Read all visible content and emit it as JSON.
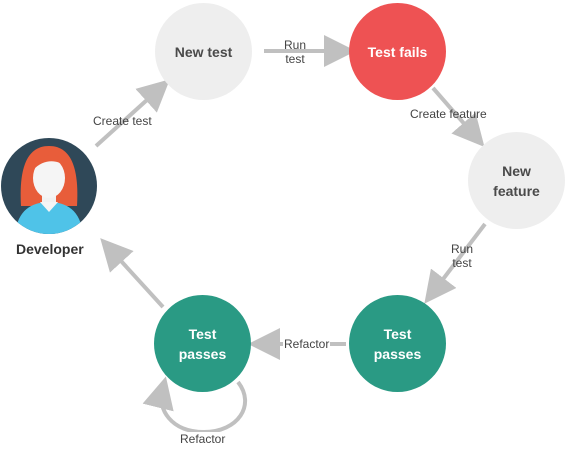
{
  "developer": {
    "label": "Developer"
  },
  "nodes": {
    "new_test": "New test",
    "test_fails": "Test fails",
    "new_feature": "New\nfeature",
    "test_passes_right": "Test\npasses",
    "test_passes_left": "Test\npasses"
  },
  "edges": {
    "create_test": "Create test",
    "run_test_top": "Run\ntest",
    "create_feature": "Create feature",
    "run_test_right": "Run\ntest",
    "refactor_middle": "Refactor",
    "refactor_loop": "Refactor"
  },
  "colors": {
    "node_gray": "#eeeeee",
    "node_red": "#ee5253",
    "node_teal": "#2a9a84",
    "arrow": "#c0c0c0",
    "avatar_bg": "#2f4858",
    "avatar_hair": "#e85d3a",
    "avatar_shirt": "#4fc3e8"
  }
}
